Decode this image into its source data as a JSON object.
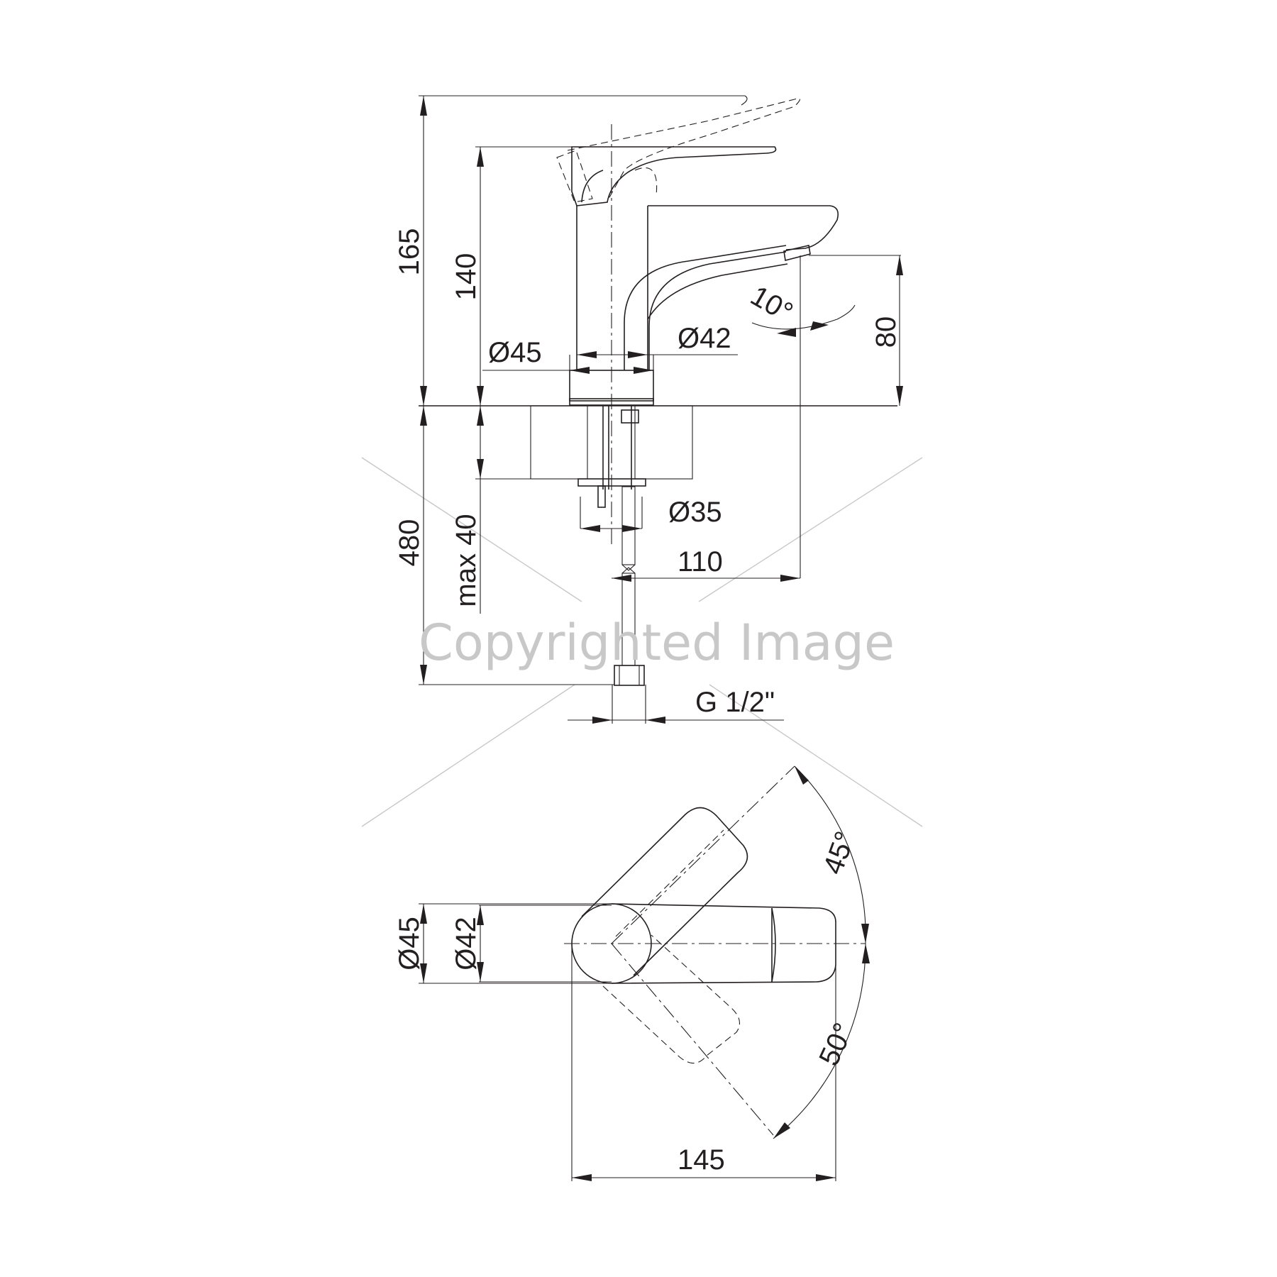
{
  "watermark": "Copyrighted Image",
  "colors": {
    "line": "#231f20",
    "watermark": "#c8c8c8",
    "background": "#ffffff"
  },
  "side_view": {
    "height_overall": "165",
    "height_lever": "140",
    "spout_height": "80",
    "spout_angle": "10°",
    "base_diameter": "Ø45",
    "body_diameter": "Ø42",
    "hole_diameter": "Ø35",
    "spout_reach": "110",
    "hose_length": "480",
    "counter_thickness": "max 40",
    "connection": "G 1/2\""
  },
  "top_view": {
    "base_diameter": "Ø45",
    "body_diameter": "Ø42",
    "angle_up": "45°",
    "angle_down": "50°",
    "length": "145"
  }
}
